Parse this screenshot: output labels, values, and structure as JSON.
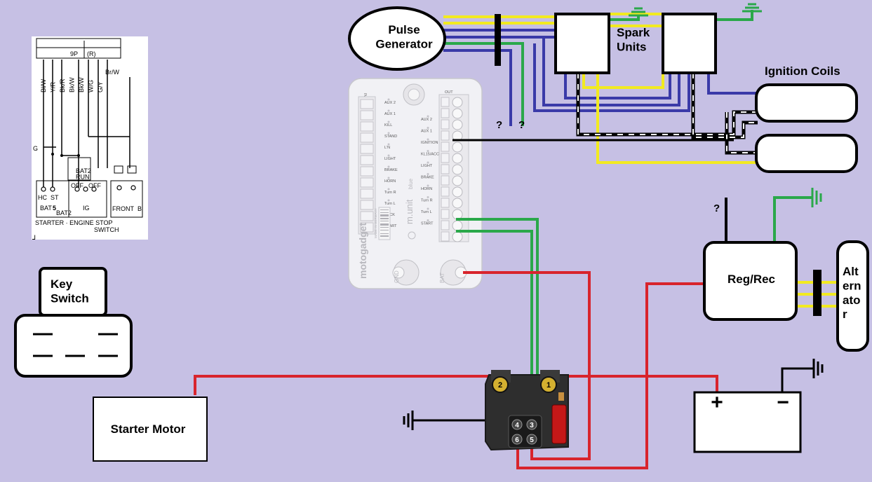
{
  "components": {
    "pulse_generator": "Pulse\nGenerator",
    "spark_units": "Spark\nUnits",
    "ignition_coils": "Ignition Coils",
    "reg_rec": "Reg/Rec",
    "alternator": "Alt\nern\nato\nr",
    "key_switch": "Key\nSwitch",
    "starter_motor": "Starter Motor",
    "battery_plus": "+",
    "battery_minus": "−",
    "unknown_marker": "?"
  },
  "relay": {
    "terminal_2": "2",
    "terminal_1": "1",
    "pin_4": "4",
    "pin_3": "3",
    "pin_6": "6",
    "pin_5": "5"
  },
  "munit": {
    "in_label": "IN",
    "out_label": "OUT",
    "brand": "motogadget",
    "model": "m.unit",
    "model_suffix": "blue",
    "made_in": "MADE IN GERMANY",
    "gnd_label": "GND",
    "bat_label": "BAT",
    "in_labels": [
      "AUX 2",
      "AUX 1",
      "KILL",
      "STAND",
      "L'N",
      "LIGHT",
      "BRAKE",
      "HORN",
      "Turn R",
      "Turn L",
      "LOCK",
      "START"
    ],
    "out_labels": [
      "AUX 2",
      "AUX 1",
      "IGNITION",
      "KL15/ACC",
      "LIGHT",
      "BRAKE",
      "HORN",
      "Turn R",
      "Turn L",
      "START"
    ]
  },
  "schematic": {
    "connector_9p": "9P",
    "connector_r": "(R)",
    "brw": "Br/W",
    "wire_labels": [
      "Bl/W",
      "Y/R",
      "Bk/R",
      "Bk/W",
      "Bk/W",
      "W/G",
      "G/Y"
    ],
    "g_label": "G",
    "bat2_run": "BAT2\nRUN",
    "off_left": "OFF",
    "off_right": "OFF",
    "hc": "HC",
    "st": "ST",
    "bat": "BAT",
    "five": "5",
    "bat12": "BAT2",
    "ig": "IG",
    "front": "FRONT",
    "b": "B",
    "caption_1": "STARTER · ENGINE STOP",
    "caption_2": "SWITCH",
    "corner_mark": "⅃"
  },
  "colors": {
    "background": "#c6c0e4",
    "wire_yellow": "#f2ea20",
    "wire_blue": "#3a3aa8",
    "wire_green": "#2aa84a",
    "wire_red": "#d8242c",
    "wire_black": "#000000",
    "ground_green": "#2aa84a"
  }
}
